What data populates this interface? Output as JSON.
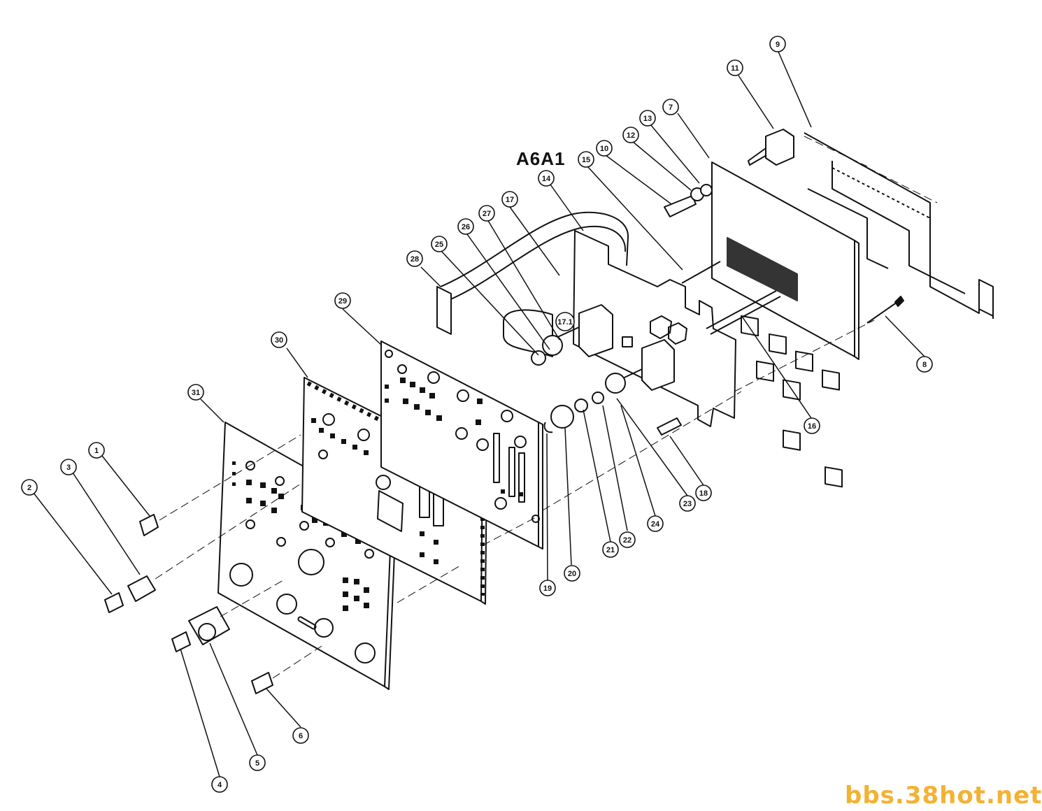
{
  "title": "A6A1",
  "watermark": "bbs.38hot.net",
  "colors": {
    "ink": "#111111",
    "paper": "#ffffff",
    "watermark": "#f3b233"
  },
  "callouts": [
    {
      "id": "1",
      "label": "1"
    },
    {
      "id": "2",
      "label": "2"
    },
    {
      "id": "3",
      "label": "3"
    },
    {
      "id": "4",
      "label": "4"
    },
    {
      "id": "5",
      "label": "5"
    },
    {
      "id": "6",
      "label": "6"
    },
    {
      "id": "7",
      "label": "7"
    },
    {
      "id": "8",
      "label": "8"
    },
    {
      "id": "9",
      "label": "9"
    },
    {
      "id": "10",
      "label": "10"
    },
    {
      "id": "11",
      "label": "11"
    },
    {
      "id": "12",
      "label": "12"
    },
    {
      "id": "13",
      "label": "13"
    },
    {
      "id": "14",
      "label": "14"
    },
    {
      "id": "15",
      "label": "15"
    },
    {
      "id": "16",
      "label": "16"
    },
    {
      "id": "17",
      "label": "17"
    },
    {
      "id": "17.1",
      "label": "17.1"
    },
    {
      "id": "18",
      "label": "18"
    },
    {
      "id": "19",
      "label": "19"
    },
    {
      "id": "20",
      "label": "20"
    },
    {
      "id": "21",
      "label": "21"
    },
    {
      "id": "22",
      "label": "22"
    },
    {
      "id": "23",
      "label": "23"
    },
    {
      "id": "24",
      "label": "24"
    },
    {
      "id": "25",
      "label": "25"
    },
    {
      "id": "26",
      "label": "26"
    },
    {
      "id": "27",
      "label": "27"
    },
    {
      "id": "28",
      "label": "28"
    },
    {
      "id": "29",
      "label": "29"
    },
    {
      "id": "30",
      "label": "30"
    },
    {
      "id": "31",
      "label": "31"
    }
  ]
}
